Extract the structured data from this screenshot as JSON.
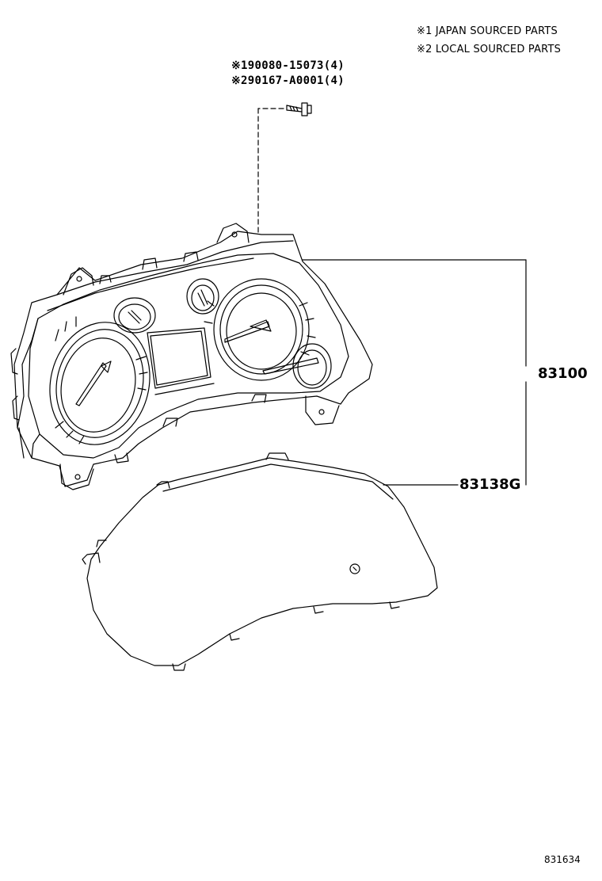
{
  "legend": {
    "note1": "※1 JAPAN SOURCED PARTS",
    "note2": "※2 LOCAL SOURCED PARTS"
  },
  "bolt": {
    "part_number_1": "※190080-15073(4)",
    "part_number_2": "※290167-A0001(4)"
  },
  "callouts": {
    "combination_meter": "83100",
    "meter_glass": "83138G"
  },
  "diagram_id": "831634"
}
